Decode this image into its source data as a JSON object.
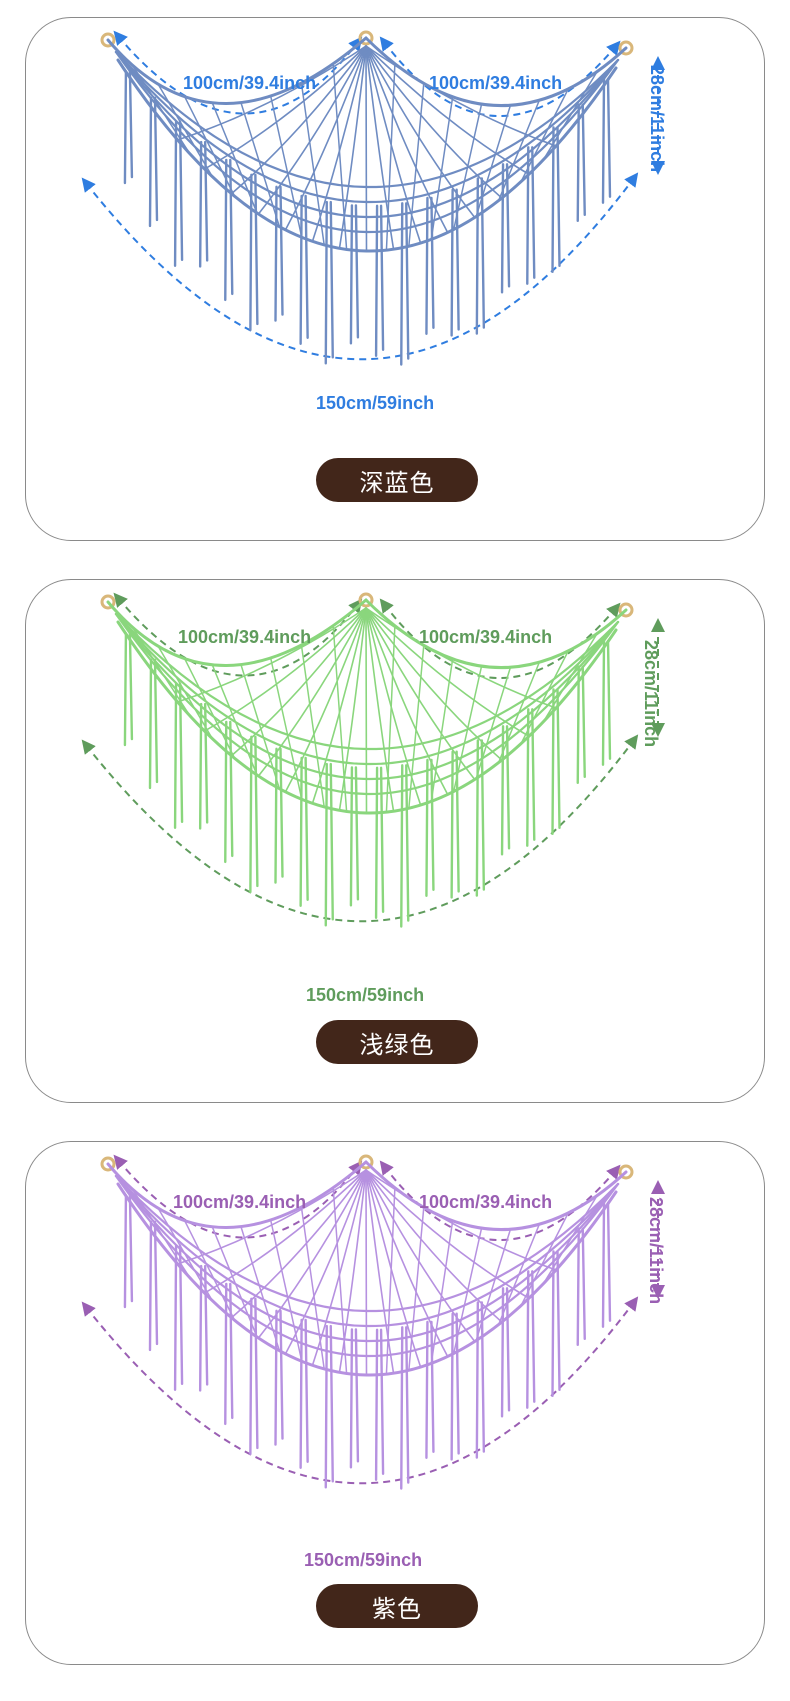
{
  "variants": [
    {
      "color": "#6f8cc2",
      "accent": "#2f7de0",
      "top_left_label": "100cm/39.4inch",
      "top_right_label": "100cm/39.4inch",
      "height_label": "28cm/11inch",
      "width_label": "150cm/59inch",
      "name": "深蓝色"
    },
    {
      "color": "#8ad67d",
      "accent": "#5f9c5c",
      "top_left_label": "100cm/39.4inch",
      "top_right_label": "100cm/39.4inch",
      "height_label": "28cm/11inch",
      "width_label": "150cm/59inch",
      "name": "浅绿色"
    },
    {
      "color": "#b691e0",
      "accent": "#9a5fb3",
      "top_left_label": "100cm/39.4inch",
      "top_right_label": "100cm/39.4inch",
      "height_label": "28cm/11inch",
      "width_label": "150cm/59inch",
      "name": "紫色"
    }
  ]
}
